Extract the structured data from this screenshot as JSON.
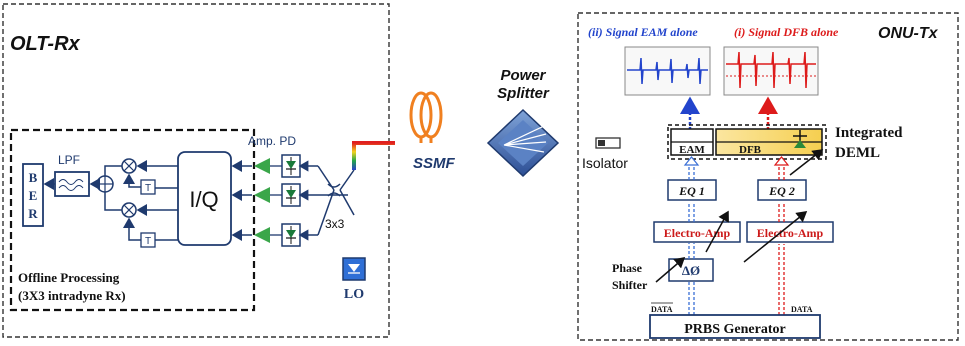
{
  "olt": {
    "title": "OLT-Rx",
    "ber_letters": [
      "B",
      "E",
      "R"
    ],
    "lpf_label": "LPF",
    "iq_label": "I/Q",
    "t_label": "T",
    "amp_pd_label": "Amp. PD",
    "coupler_label": "3x3",
    "lo_label": "LO",
    "offline_line1": "Offline Processing",
    "offline_line2": "(3X3 intradyne Rx)"
  },
  "link": {
    "ssmf_label": "SSMF",
    "splitter_line1": "Power",
    "splitter_line2": "Splitter",
    "isolator_label": "Isolator"
  },
  "onu": {
    "title": "ONU-Tx",
    "signal_eam": "(ii) Signal EAM alone",
    "signal_dfb": "(i) Signal DFB alone",
    "integrated_line1": "Integrated",
    "integrated_line2": "DEML",
    "eam_label": "EAM",
    "dfb_label": "DFB",
    "eq1_label": "EQ 1",
    "eq2_label": "EQ 2",
    "amp1_label": "Electro-Amp",
    "amp2_label": "Electro-Amp",
    "phase_line1": "Phase",
    "phase_line2": "Shifter",
    "phase_symbol": "ΔØ",
    "data_bar_label": "DATA",
    "data_label": "DATA",
    "prbs_label": "PRBS Generator"
  },
  "colors": {
    "navy": "#1f3a6e",
    "amp_green": "#3aa64a",
    "eam_blue": "#2244cc",
    "dfb_red": "#dd1b1b",
    "ssmf_orange": "#f08020",
    "dfb_yellow": "#f6d34a"
  }
}
